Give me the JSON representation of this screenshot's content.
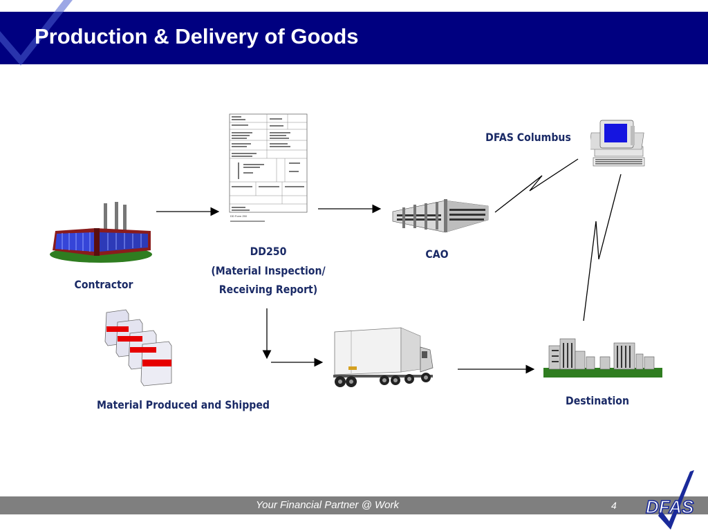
{
  "slide": {
    "title": "Production & Delivery of Goods",
    "footer_text": "Your Financial Partner @ Work",
    "page_number": "4"
  },
  "labels": {
    "contractor": "Contractor",
    "dd250_line1": "DD250",
    "dd250_line2": "(Material Inspection/",
    "dd250_line3": "Receiving Report)",
    "cao": "CAO",
    "dfas_columbus": "DFAS Columbus",
    "material": "Material Produced and Shipped",
    "destination": "Destination"
  },
  "form": {
    "caption": "DD Form 250"
  },
  "logo_text": "DFAS",
  "colors": {
    "header": "#000080",
    "footer": "#7f7f7f",
    "label": "#1a2a66"
  }
}
